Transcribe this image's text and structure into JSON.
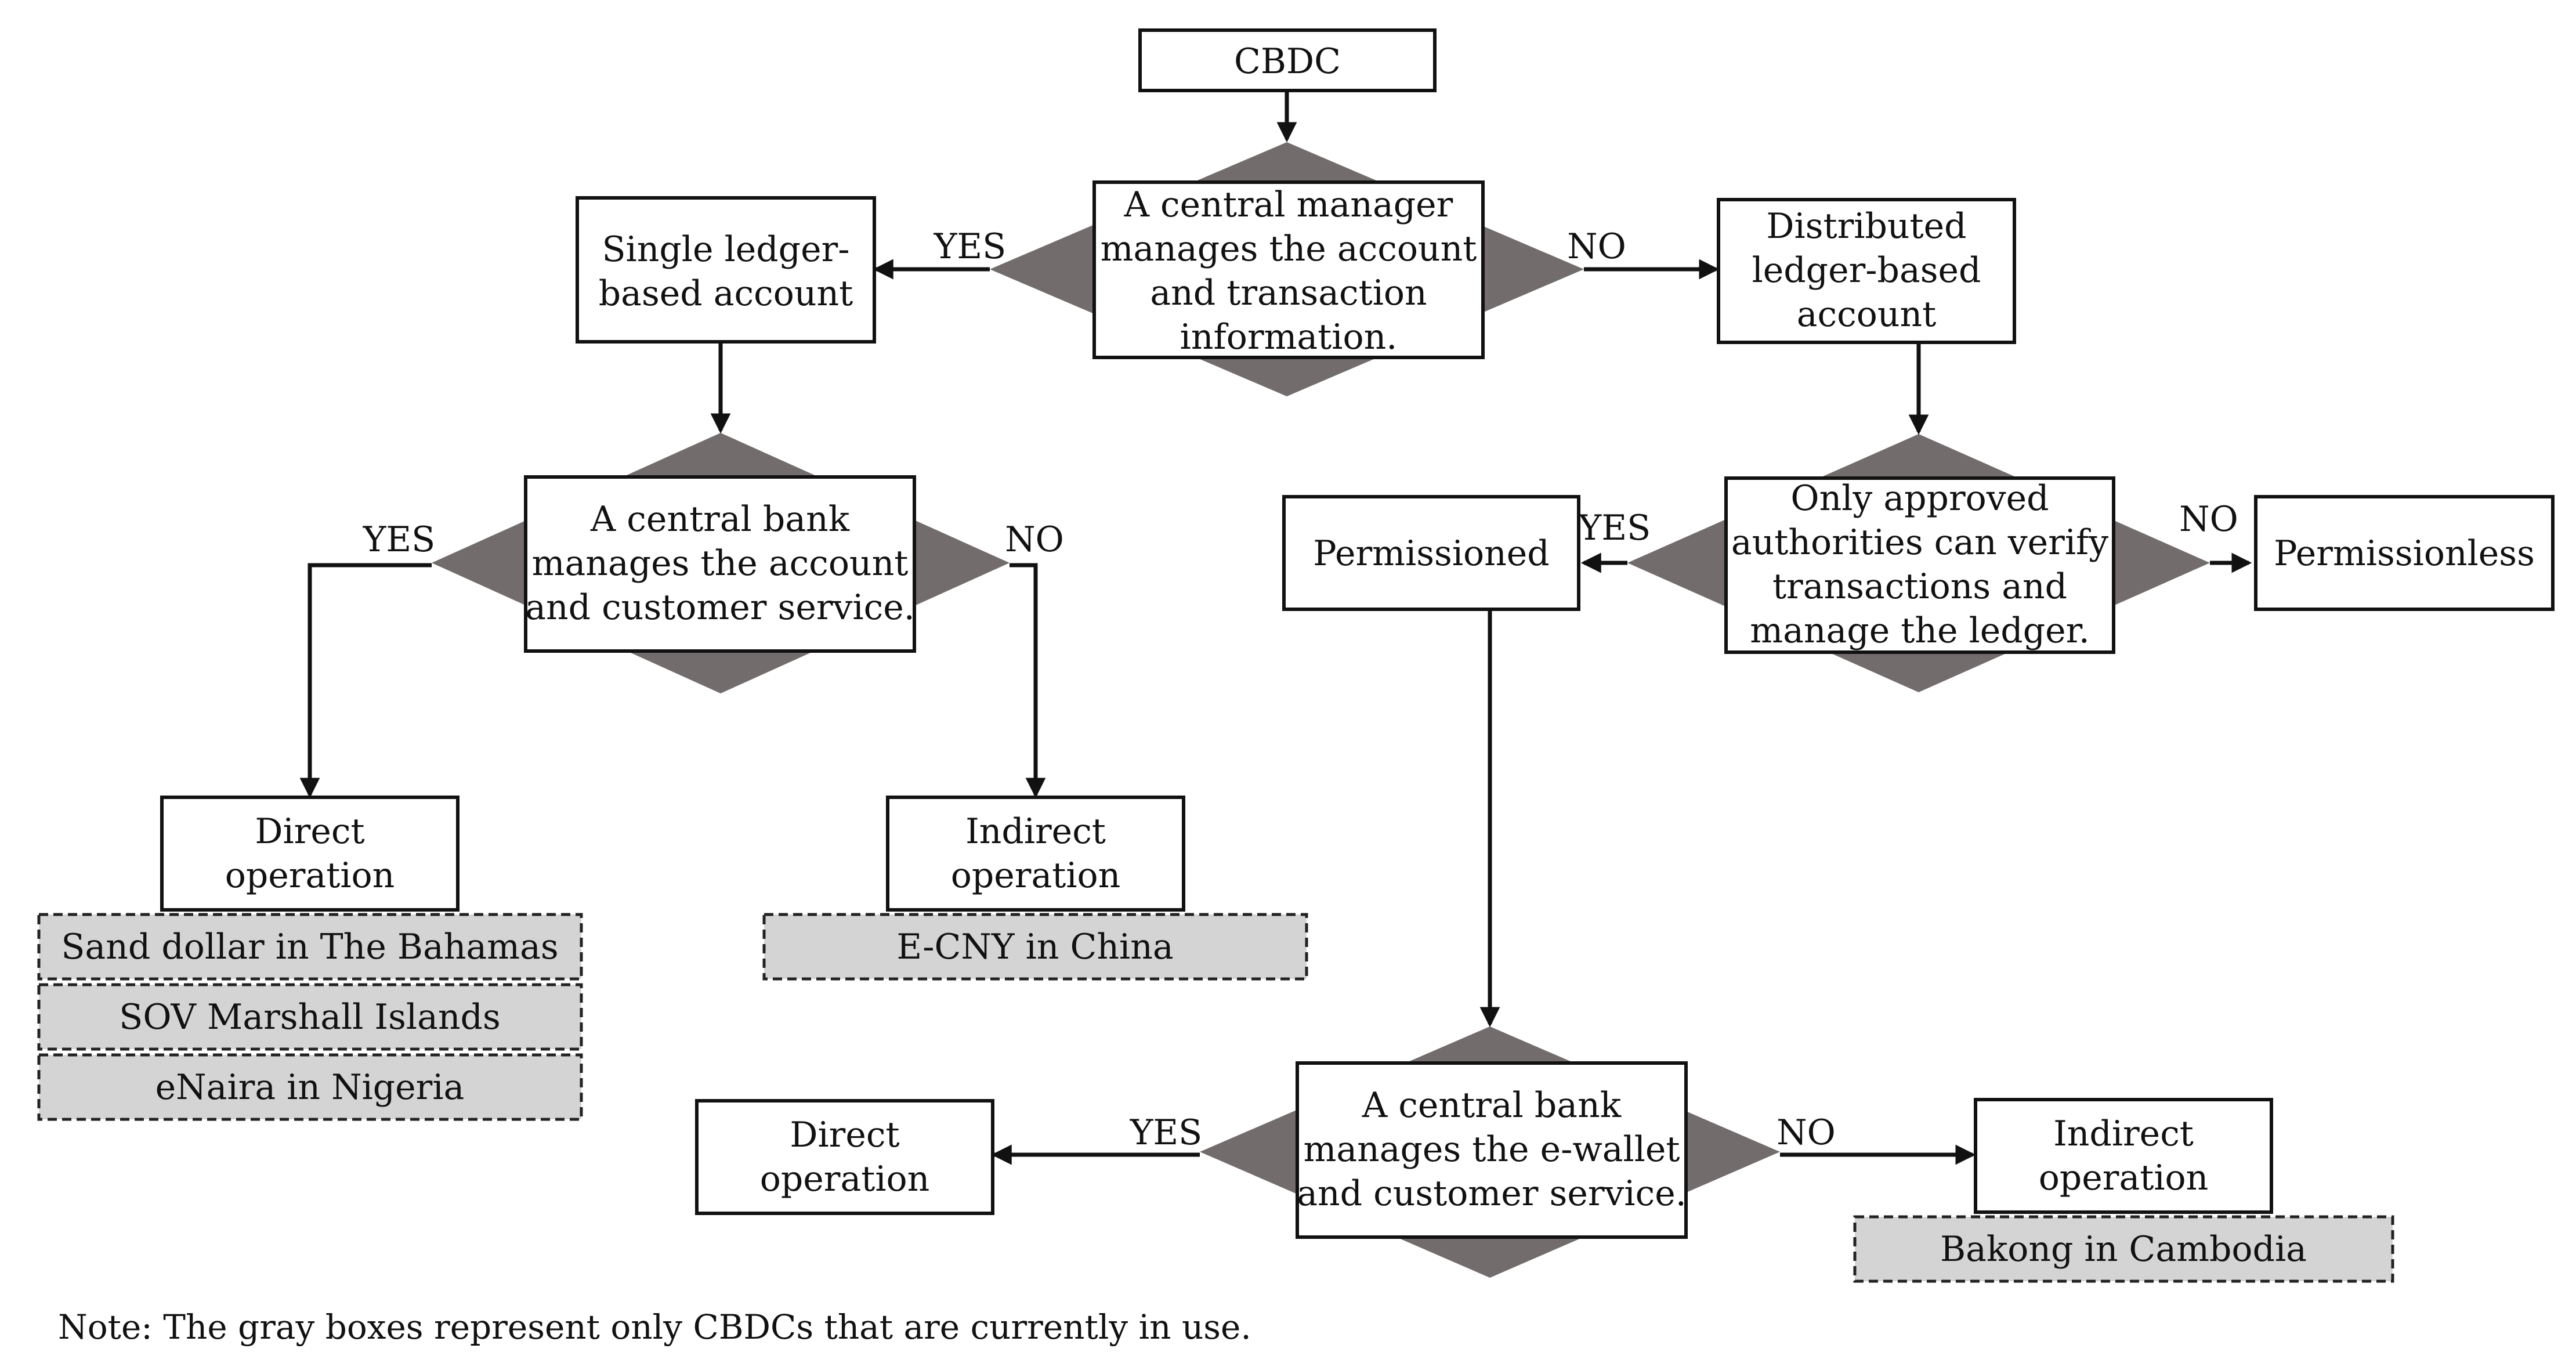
{
  "nodes": {
    "cbdc": "CBDC",
    "q_central_manager": [
      "A central manager",
      "manages the account",
      "and transaction",
      "information."
    ],
    "single_ledger": [
      "Single ledger-",
      "based account"
    ],
    "distributed_ledger": [
      "Distributed",
      "ledger-based",
      "account"
    ],
    "q_central_bank_account": [
      "A central bank",
      "manages the account",
      "and customer service."
    ],
    "q_approved_authorities": [
      "Only approved",
      "authorities can verify",
      "transactions and",
      "manage the ledger."
    ],
    "permissioned": "Permissioned",
    "permissionless": "Permissionless",
    "direct_op_left": [
      "Direct",
      "operation"
    ],
    "indirect_op_left": [
      "Indirect",
      "operation"
    ],
    "q_central_bank_ewallet": [
      "A central bank",
      "manages the e-wallet",
      "and customer service."
    ],
    "direct_op_bottom": [
      "Direct",
      "operation"
    ],
    "indirect_op_bottom": [
      "Indirect",
      "operation"
    ]
  },
  "examples": {
    "direct_left": [
      "Sand dollar in The Bahamas",
      "SOV Marshall Islands",
      "eNaira in Nigeria"
    ],
    "indirect_left": [
      "E-CNY in China"
    ],
    "indirect_bottom": [
      "Bakong in Cambodia"
    ]
  },
  "edge_labels": {
    "yes": "YES",
    "no": "NO"
  },
  "note": "Note: The gray boxes represent only CBDCs that are currently in use.",
  "colors": {
    "diamond": "#736c6c",
    "gray_box": "#d4d4d4",
    "line": "#111111"
  }
}
